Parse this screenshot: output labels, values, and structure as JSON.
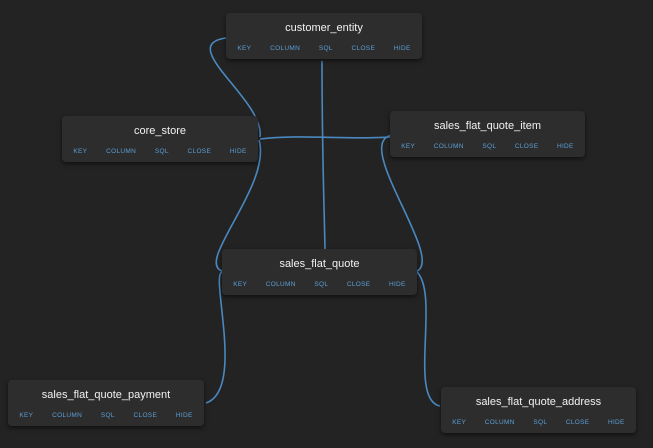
{
  "action_labels": {
    "key": "KEY",
    "column": "COLUMN",
    "sql": "SQL",
    "close": "CLOSE",
    "hide": "HIDE"
  },
  "tables": [
    {
      "id": "customer_entity",
      "name": "customer_entity"
    },
    {
      "id": "core_store",
      "name": "core_store"
    },
    {
      "id": "sales_flat_quote_item",
      "name": "sales_flat_quote_item"
    },
    {
      "id": "sales_flat_quote",
      "name": "sales_flat_quote"
    },
    {
      "id": "sales_flat_quote_payment",
      "name": "sales_flat_quote_payment"
    },
    {
      "id": "sales_flat_quote_address",
      "name": "sales_flat_quote_address"
    }
  ],
  "relations": [
    {
      "from": "sales_flat_quote",
      "to": "customer_entity"
    },
    {
      "from": "sales_flat_quote",
      "to": "core_store"
    },
    {
      "from": "sales_flat_quote_item",
      "to": "core_store"
    },
    {
      "from": "sales_flat_quote_item",
      "to": "sales_flat_quote"
    },
    {
      "from": "sales_flat_quote_payment",
      "to": "sales_flat_quote"
    },
    {
      "from": "sales_flat_quote_address",
      "to": "sales_flat_quote"
    },
    {
      "from": "core_store",
      "to": "customer_entity"
    }
  ],
  "colors": {
    "background": "#232323",
    "node": "#2d2d2d",
    "title": "#f2f2f2",
    "action": "#5c9fd6",
    "link": "#4a88bf"
  }
}
